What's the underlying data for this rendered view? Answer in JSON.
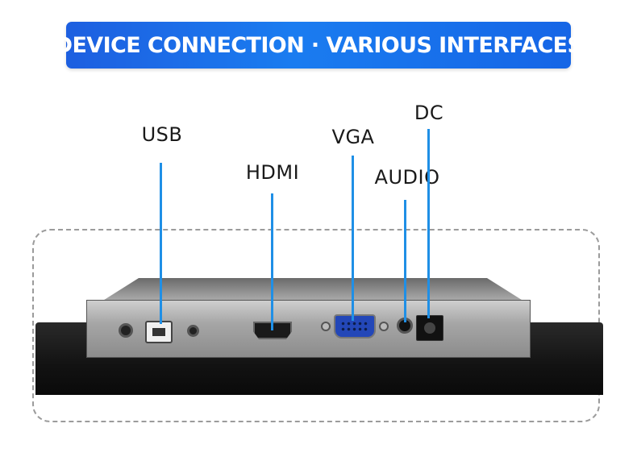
{
  "banner": {
    "title": "DEVICE CONNECTION · VARIOUS INTERFACES"
  },
  "ports": {
    "usb": "USB",
    "hdmi": "HDMI",
    "vga": "VGA",
    "audio": "AUDIO",
    "dc": "DC"
  },
  "colors": {
    "banner_blue": "#1a7cf0",
    "callout_line": "#1f8fe6",
    "vga_connector": "#2347b8"
  }
}
